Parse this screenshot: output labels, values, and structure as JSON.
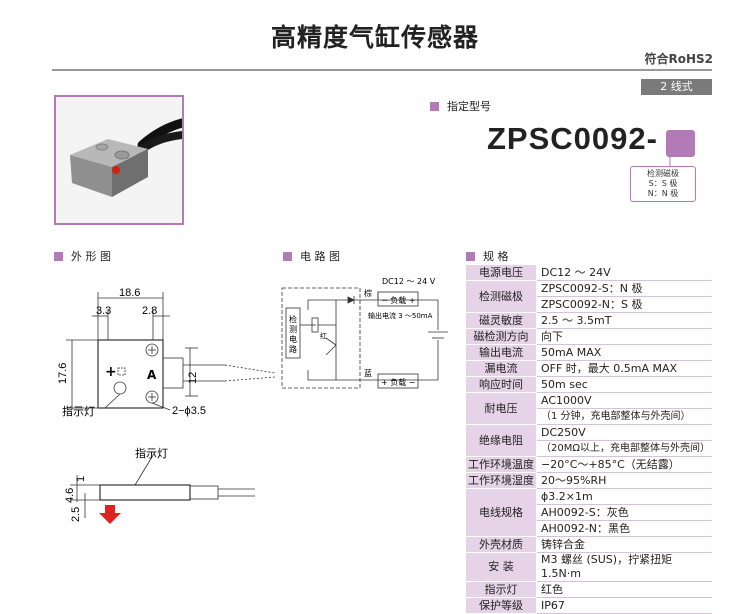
{
  "title": "高精度气缸传感器",
  "rohs": "符合RoHS2",
  "wire_type": "2 线式",
  "model_section": "指定型号",
  "model_number": "ZPSC0092-",
  "model_legend": [
    "检测磁极",
    "S：S 极",
    "N：N 极"
  ],
  "sections": {
    "outline": "外 形 图",
    "circuit": "电 路 图",
    "specs": "规 格"
  },
  "outline": {
    "dim_width": "18.6",
    "dim_left": "3.3",
    "dim_right": "2.8",
    "dim_height": "17.6",
    "dim_12": "12",
    "indicator_label": "指示灯",
    "hole_label": "2−ϕ3.5",
    "indicator_label_side": "指示灯",
    "dim_side_46": "4.6",
    "dim_side_1": "1",
    "dim_side_25": "2.5",
    "face_a": "A",
    "face_plus": "+"
  },
  "circuit": {
    "supply": "DC12 ～ 24 V",
    "brown": "棕",
    "blue": "蓝",
    "load_top": "− 负载 +",
    "load_bottom": "+ 负载 −",
    "output_current": "输出电流 3 ～50mA",
    "red": "红",
    "detect_circuit": [
      "检",
      "测",
      "电",
      "路"
    ]
  },
  "specs": [
    {
      "key": "电源电压",
      "values": [
        "DC12 ～ 24V"
      ]
    },
    {
      "key": "检测磁极",
      "values": [
        "ZPSC0092-S：N 极",
        "ZPSC0092-N：S 极"
      ]
    },
    {
      "key": "磁灵敏度",
      "values": [
        "2.5 ～ 3.5mT"
      ]
    },
    {
      "key": "磁检测方向",
      "values": [
        "向下"
      ]
    },
    {
      "key": "输出电流",
      "values": [
        "50mA MAX"
      ]
    },
    {
      "key": "漏电流",
      "values": [
        "OFF 时，最大 0.5mA MAX"
      ]
    },
    {
      "key": "响应时间",
      "values": [
        "50m sec"
      ]
    },
    {
      "key": "耐电压",
      "values": [
        "AC1000V",
        "（1 分钟，充电部整体与外壳间）"
      ]
    },
    {
      "key": "绝缘电阻",
      "values": [
        "DC250V",
        "（20MΩ以上，充电部整体与外壳间）"
      ]
    },
    {
      "key": "工作环境温度",
      "values": [
        "−20°C～+85°C（无结露）"
      ]
    },
    {
      "key": "工作环境湿度",
      "values": [
        "20～95%RH"
      ]
    },
    {
      "key": "电线规格",
      "values": [
        "ϕ3.2×1m",
        "AH0092-S：灰色",
        "AH0092-N：黑色"
      ]
    },
    {
      "key": "外壳材质",
      "values": [
        "铸锌合金"
      ]
    },
    {
      "key": "安 装",
      "values": [
        "M3 螺丝 (SUS)，拧紧扭矩 1.5N·m"
      ]
    },
    {
      "key": "指示灯",
      "values": [
        "红色"
      ]
    },
    {
      "key": "保护等级",
      "values": [
        "IP67"
      ]
    }
  ]
}
